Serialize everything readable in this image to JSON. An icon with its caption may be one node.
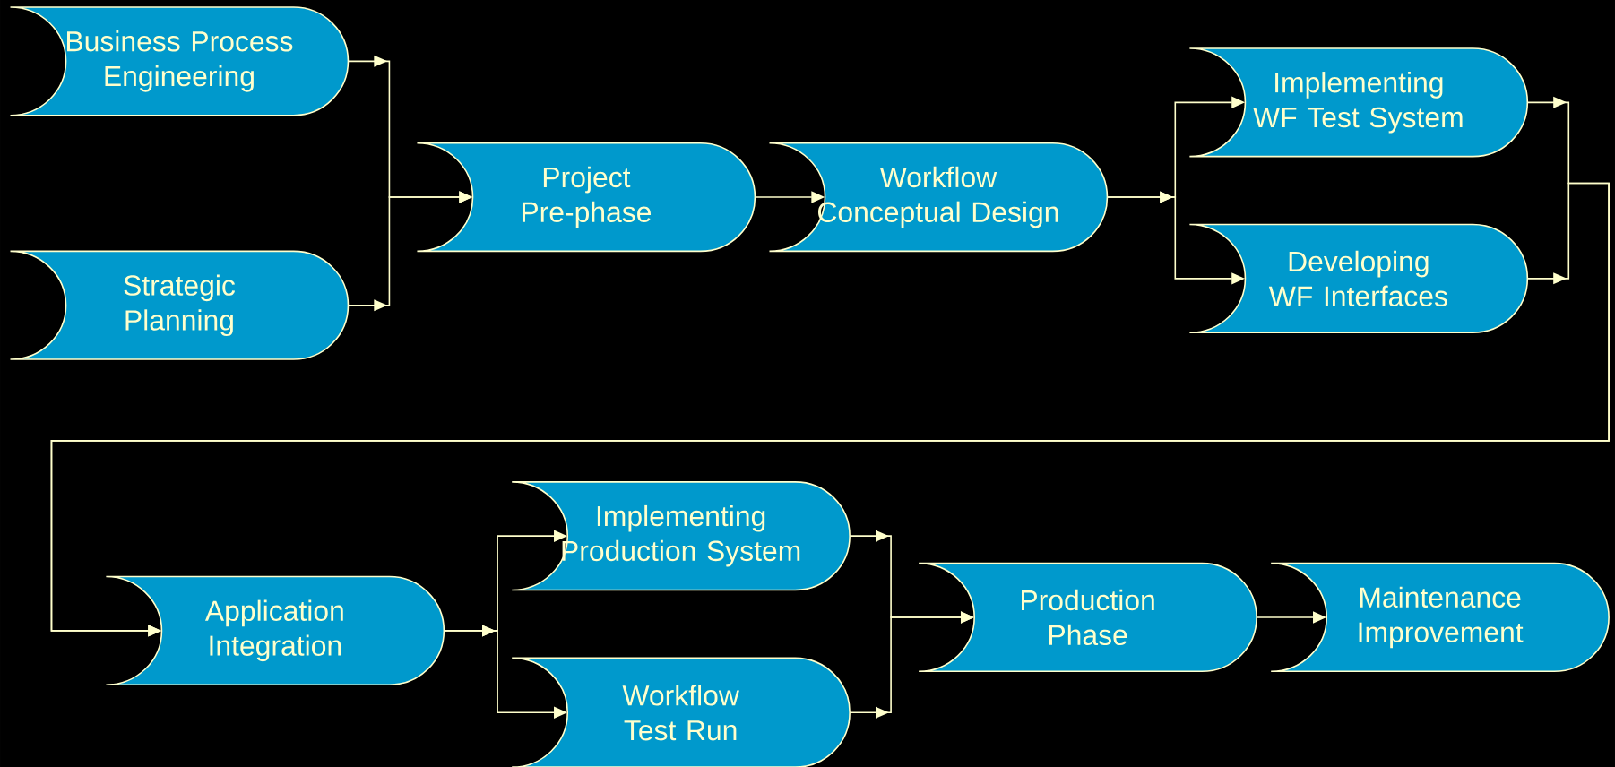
{
  "diagram": {
    "nodes": [
      {
        "text": [
          "Business Process Engineering"
        ]
      },
      {
        "text": [
          "Strategic Planning"
        ]
      },
      {
        "text": [
          "Project Pre-phase"
        ]
      },
      {
        "text": [
          "Workflow Conceptual Design"
        ]
      },
      {
        "text": [
          "Implementing WF Test System"
        ]
      },
      {
        "text": [
          "Developing WF Interfaces"
        ]
      },
      {
        "text": [
          "Application Integration"
        ]
      },
      {
        "text": [
          "Implementing Production System"
        ]
      },
      {
        "text": [
          "Workflow Test Run"
        ]
      },
      {
        "text": [
          "Production Phase"
        ]
      },
      {
        "text": [
          "Maintenance Improvement"
        ]
      }
    ],
    "edges": [
      {
        "from": 0,
        "to": 2,
        "arrow": "to"
      },
      {
        "from": 1,
        "to": 2,
        "arrow": "to"
      },
      {
        "from": 2,
        "to": 3,
        "arrow": "to"
      },
      {
        "from": 3,
        "to": 4,
        "arrow": "to"
      },
      {
        "from": 3,
        "to": 5,
        "arrow": "to"
      },
      {
        "from": 4,
        "to": 6,
        "arrow": "to"
      },
      {
        "from": 5,
        "to": 6,
        "arrow": "to"
      },
      {
        "from": 6,
        "to": 7,
        "arrow": "to"
      },
      {
        "from": 6,
        "to": 8,
        "arrow": "to"
      },
      {
        "from": 7,
        "to": 9,
        "arrow": "to"
      },
      {
        "from": 8,
        "to": 9,
        "arrow": "to"
      },
      {
        "from": 9,
        "to": 10,
        "arrow": "to"
      }
    ]
  }
}
